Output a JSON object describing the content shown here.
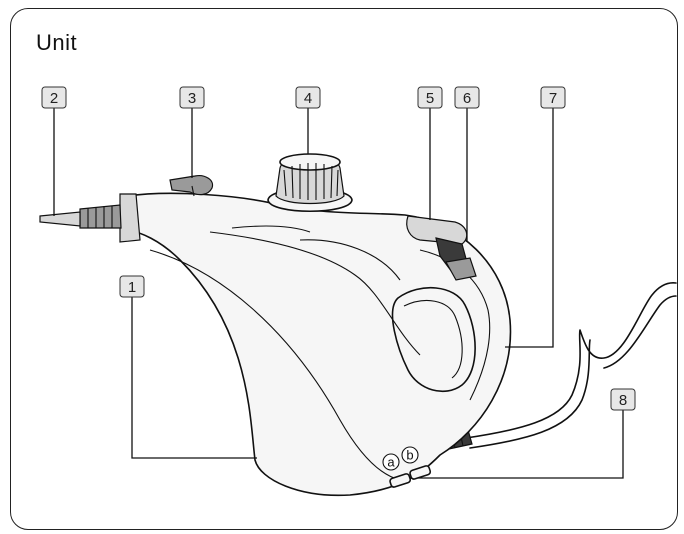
{
  "title": "Unit",
  "callouts": [
    {
      "id": "1",
      "label": "1"
    },
    {
      "id": "2",
      "label": "2"
    },
    {
      "id": "3",
      "label": "3"
    },
    {
      "id": "4",
      "label": "4"
    },
    {
      "id": "5",
      "label": "5"
    },
    {
      "id": "6",
      "label": "6"
    },
    {
      "id": "7",
      "label": "7"
    },
    {
      "id": "8",
      "label": "8"
    }
  ],
  "indicators": {
    "a": "a",
    "b": "b"
  }
}
